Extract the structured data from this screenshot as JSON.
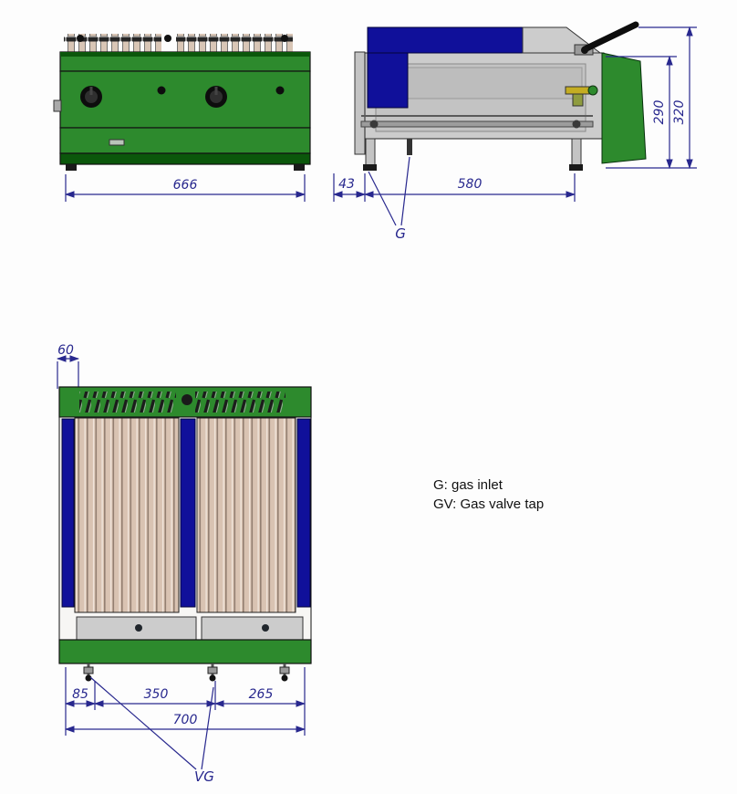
{
  "legend": {
    "line1": "G: gas inlet",
    "line2": "GV: Gas valve tap"
  },
  "front_view": {
    "overall_width": "666"
  },
  "side_view": {
    "inlet_offset": "43",
    "depth": "580",
    "body_height": "290",
    "overall_height": "320",
    "gas_inlet_label": "G"
  },
  "top_view": {
    "edge_offset": "60",
    "left_valve_offset": "85",
    "valve_spacing": "350",
    "right_section": "265",
    "overall_width": "700",
    "valve_label": "VG"
  },
  "colors": {
    "green": "#2d8a2d",
    "dark_green": "#0b570b",
    "navy": "#10109a",
    "body_gray": "#cccccc",
    "tube_tan": "#d9c3b2",
    "dimension": "#28288e"
  }
}
